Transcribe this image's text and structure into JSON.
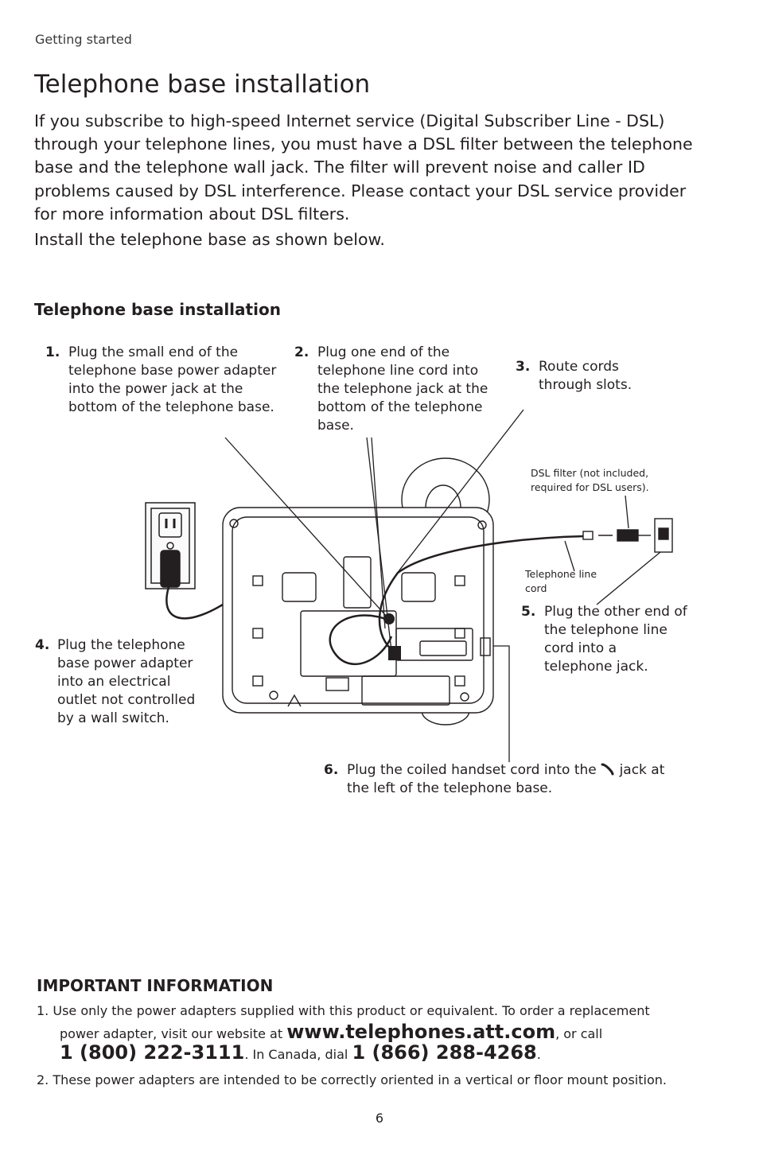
{
  "header": {
    "section": "Getting started"
  },
  "title": "Telephone base installation",
  "intro": "If you subscribe to high-speed Internet service (Digital Subscriber Line - DSL) through your telephone lines, you must have a DSL filter between the telephone base and the telephone wall jack. The filter will prevent noise and caller ID problems caused by DSL interference. Please contact your DSL service provider for more information about DSL filters.",
  "intro2": "Install the telephone base as shown below.",
  "diagram": {
    "title": "Telephone base installation",
    "steps": [
      {
        "num": "1.",
        "text": "Plug the small end of the telephone base power adapter into the power jack at the bottom of the telephone base."
      },
      {
        "num": "2.",
        "text": "Plug one end of the telephone line cord into the telephone jack at the bottom of the telephone base."
      },
      {
        "num": "3.",
        "text": "Route cords through slots."
      },
      {
        "num": "4.",
        "text": "Plug the telephone base power adapter into an electrical outlet not controlled by a wall switch."
      },
      {
        "num": "5.",
        "text": "Plug the other end of the telephone line cord into a telephone jack."
      },
      {
        "num": "6.",
        "text_before": "Plug the coiled handset cord into the",
        "text_after": "jack at the left of the telephone base."
      }
    ],
    "dsl_label": "DSL filter (not included, required for DSL users).",
    "line_cord_label": "Telephone line cord",
    "handset_icon": "handset-icon"
  },
  "important": {
    "title": "IMPORTANT INFORMATION",
    "item1_num": "1.",
    "item1_a": "Use only the power adapters supplied with this product or equivalent. To order a replacement",
    "item1_b": "power adapter, visit our website at",
    "website": "www.telephones.att.com",
    "item1_c": ", or call",
    "phone_us": "1 (800) 222-3111",
    "item1_d": ". In Canada, dial",
    "phone_ca": "1 (866) 288-4268",
    "item1_e": ".",
    "item2_num": "2.",
    "item2": "These power adapters are intended to be correctly oriented in a vertical or floor mount position."
  },
  "page_number": "6"
}
